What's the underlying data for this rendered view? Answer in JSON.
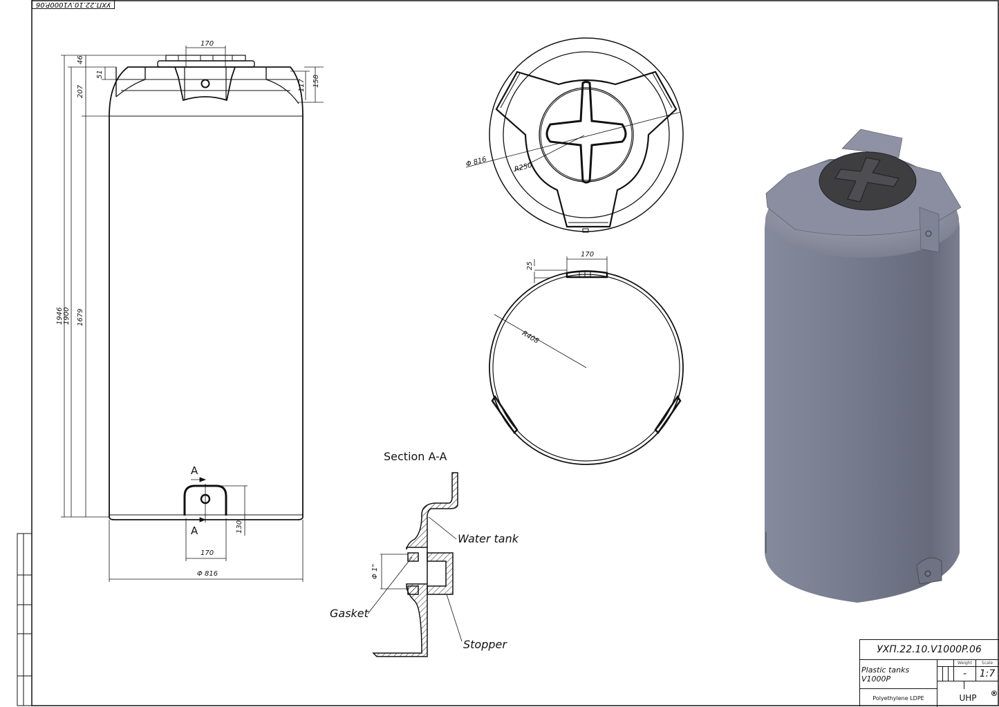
{
  "sheet": {
    "border_color": "#111111",
    "background": "#ffffff",
    "top_stamp": "УХП.22.10.V1000P.06"
  },
  "front_view": {
    "dims": {
      "overall_height": "1946",
      "body_height": "1900",
      "cylinder_height": "1679",
      "top_cap": "46",
      "shoulder": "207",
      "lid_rim": "51",
      "lid_width": "170",
      "lug_117": "117",
      "lug_158": "158",
      "bottom_lug_width": "170",
      "bottom_lug_height": "130",
      "diameter": "Φ 816"
    },
    "section_marks": [
      "A",
      "A"
    ]
  },
  "top_view": {
    "dims": {
      "diameter": "Φ 816",
      "radius": "R250"
    }
  },
  "bottom_view": {
    "dims": {
      "width": "170",
      "depth": "25",
      "radius": "R408"
    }
  },
  "section": {
    "title": "Section A-A",
    "callouts": {
      "water_tank": "Water tank",
      "gasket": "Gasket",
      "stopper": "Stopper",
      "thread": "Φ 1\""
    }
  },
  "render_3d": {
    "body_color": "#757a8c",
    "lid_color": "#3e3e40"
  },
  "title_block": {
    "doc_number": "УХП.22.10.V1000P.06",
    "name": "Plastic tanks V1000P",
    "weight_label": "Weight",
    "weight_value": "-",
    "scale_label": "Scale",
    "scale_value": "1:7",
    "material": "Polyethylene LDPE",
    "company": "UHP",
    "registered_mark": "®"
  }
}
